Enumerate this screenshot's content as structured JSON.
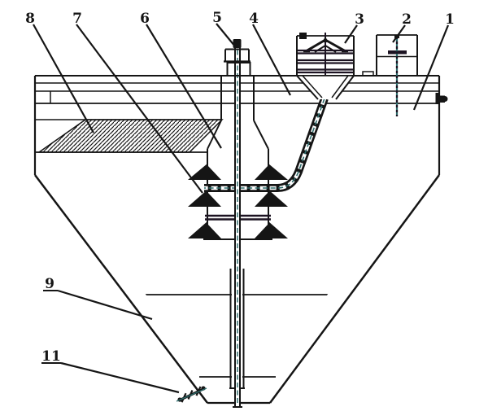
{
  "figure": {
    "kind": "engineering-cross-section-drawing",
    "description": "Sectional line drawing of a conical clarifier/settling tank with center feed column, baffle cones, feed boxes and inner discharge cone",
    "colors": {
      "line": "#151515",
      "accent_teal": "#2e6b6b",
      "bar_dark": "#1c1322",
      "background": "#ffffff"
    },
    "callouts": [
      {
        "number": "8"
      },
      {
        "number": "7"
      },
      {
        "number": "6"
      },
      {
        "number": "5"
      },
      {
        "number": "4"
      },
      {
        "number": "3"
      },
      {
        "number": "2"
      },
      {
        "number": "1"
      },
      {
        "number": "9"
      },
      {
        "number": "11"
      }
    ]
  }
}
